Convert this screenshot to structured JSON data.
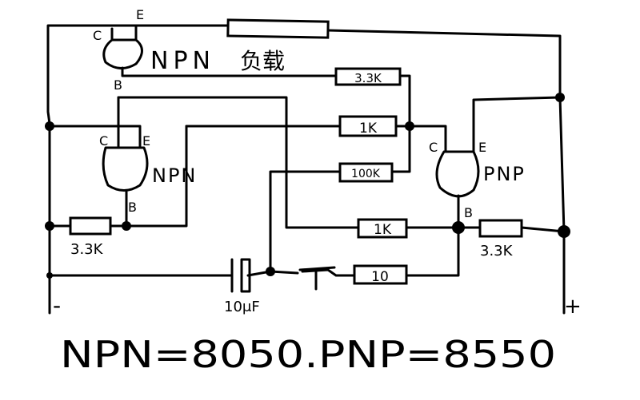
{
  "transistors": {
    "top": {
      "type": "NPN",
      "load": "负载",
      "c": "C",
      "e": "E",
      "b": "B"
    },
    "mid": {
      "type": "NPN",
      "c": "C",
      "e": "E",
      "b": "B"
    },
    "right": {
      "type": "PNP",
      "c": "C",
      "e": "E",
      "b": "B"
    }
  },
  "resistors": {
    "r_top": "3.3K",
    "r_1k_upper": "1K",
    "r_100k": "100K",
    "r_1k_lower": "1K",
    "r_left": "3.3K",
    "r_right": "3.3K",
    "r_10": "10"
  },
  "capacitor": {
    "value": "10μF"
  },
  "terminals": {
    "negative": "-",
    "positive": "+"
  },
  "footer": "NPN=8050.PNP=8550"
}
